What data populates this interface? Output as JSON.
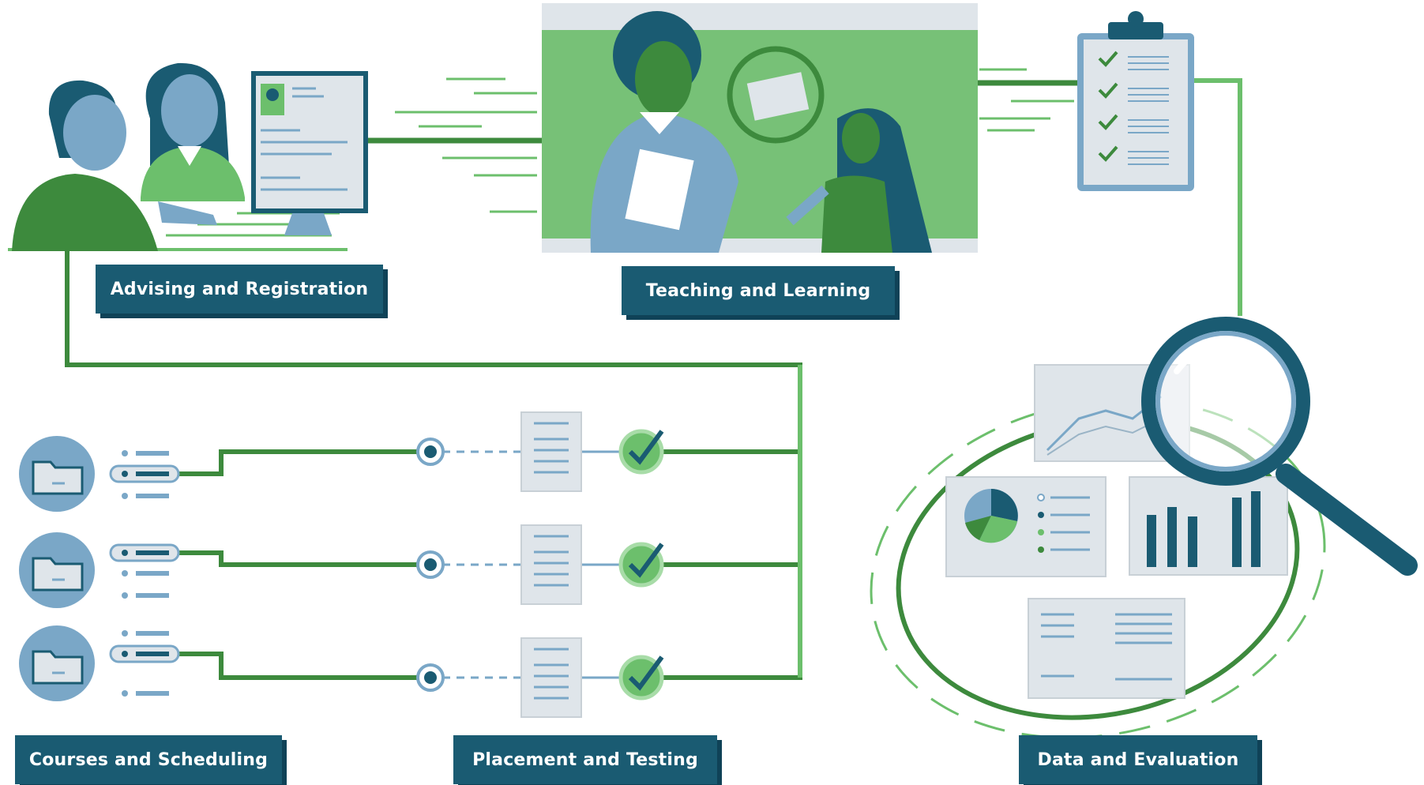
{
  "labels": {
    "advising": "Advising and Registration",
    "teaching": "Teaching and Learning",
    "courses": "Courses and Scheduling",
    "placement": "Placement and Testing",
    "data": "Data and Evaluation"
  },
  "colors": {
    "dark_teal": "#1a5b72",
    "bright_green": "#6cbf6c",
    "dark_green": "#3d8a3d",
    "light_blue": "#7aa7c7",
    "pale_gray": "#dfe5ea"
  },
  "icons": {
    "folder": "folder-icon",
    "checklist": "checklist-icon",
    "clipboard": "clipboard-icon",
    "magnifier": "magnifying-glass-icon",
    "check": "check-icon"
  }
}
